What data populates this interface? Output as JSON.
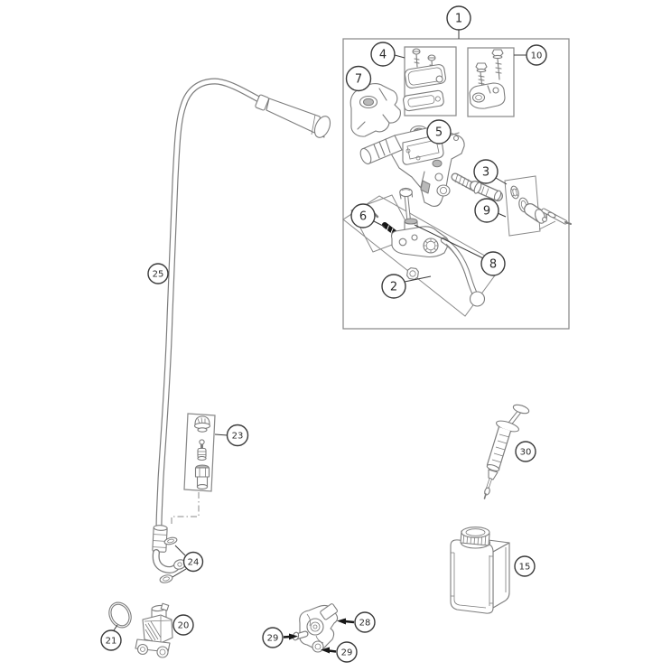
{
  "colors": {
    "background": "#ffffff",
    "part_line": "#7d7d7d",
    "frame_line": "#8a8a8a",
    "callout_line": "#3a3a3a",
    "callout_text": "#2b2b2b",
    "black_parts": "#1a1a1a"
  },
  "callouts": [
    {
      "id": "callout-1",
      "label": "1"
    },
    {
      "id": "callout-2",
      "label": "2"
    },
    {
      "id": "callout-3",
      "label": "3"
    },
    {
      "id": "callout-4",
      "label": "4"
    },
    {
      "id": "callout-5",
      "label": "5"
    },
    {
      "id": "callout-6",
      "label": "6"
    },
    {
      "id": "callout-7",
      "label": "7"
    },
    {
      "id": "callout-8",
      "label": "8"
    },
    {
      "id": "callout-9",
      "label": "9"
    },
    {
      "id": "callout-10",
      "label": "10"
    },
    {
      "id": "callout-15",
      "label": "15"
    },
    {
      "id": "callout-20",
      "label": "20"
    },
    {
      "id": "callout-21",
      "label": "21"
    },
    {
      "id": "callout-23",
      "label": "23"
    },
    {
      "id": "callout-24",
      "label": "24"
    },
    {
      "id": "callout-25",
      "label": "25"
    },
    {
      "id": "callout-28",
      "label": "28"
    },
    {
      "id": "callout-29-left",
      "label": "29"
    },
    {
      "id": "callout-29-bottom",
      "label": "29"
    },
    {
      "id": "callout-30",
      "label": "30"
    }
  ]
}
